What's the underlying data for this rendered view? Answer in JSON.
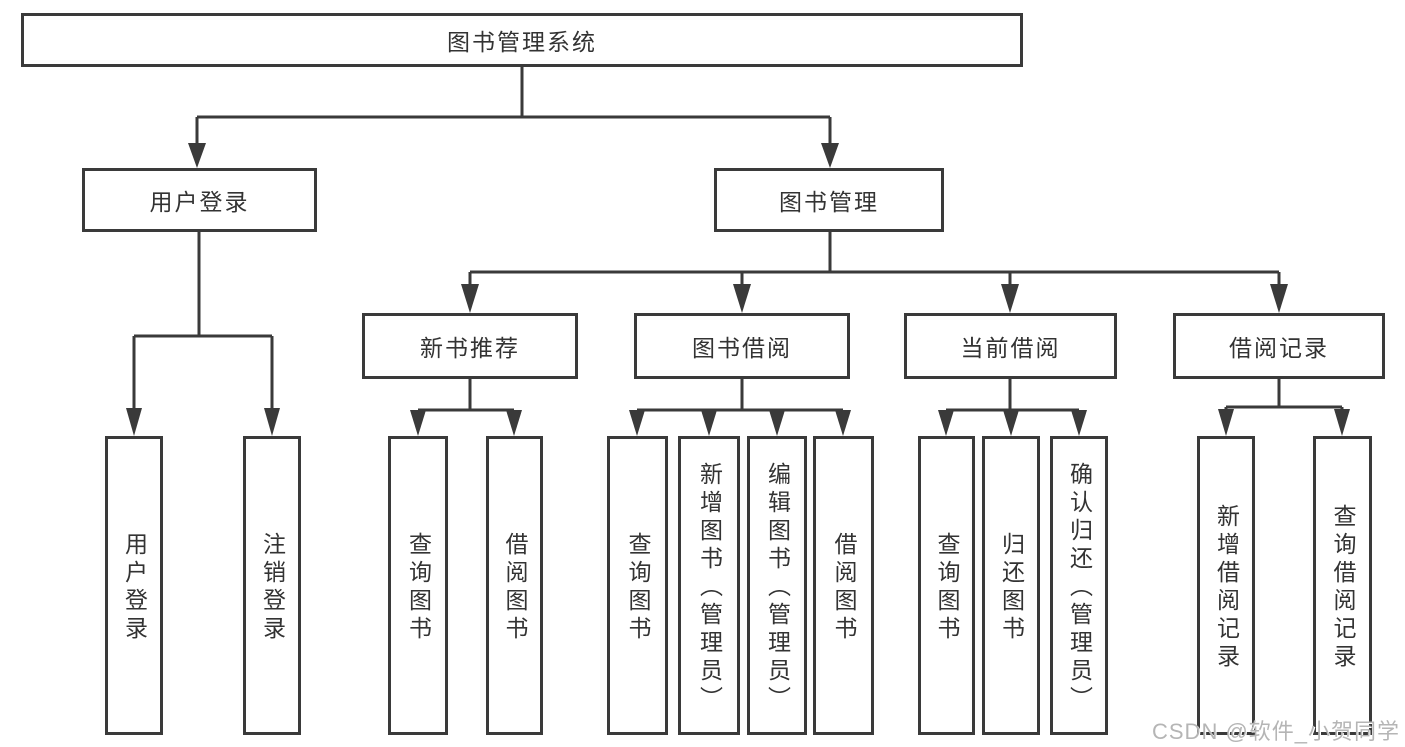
{
  "diagram": {
    "tree": {
      "label": "图书管理系统",
      "children": [
        {
          "label": "用户登录",
          "children": [
            {
              "label": "用户登录"
            },
            {
              "label": "注销登录"
            }
          ]
        },
        {
          "label": "图书管理",
          "children": [
            {
              "label": "新书推荐",
              "children": [
                {
                  "label": "查询图书"
                },
                {
                  "label": "借阅图书"
                }
              ]
            },
            {
              "label": "图书借阅",
              "children": [
                {
                  "label": "查询图书"
                },
                {
                  "label": "新增图书（管理员）"
                },
                {
                  "label": "编辑图书（管理员）"
                },
                {
                  "label": "借阅图书"
                }
              ]
            },
            {
              "label": "当前借阅",
              "children": [
                {
                  "label": "查询图书"
                },
                {
                  "label": "归还图书"
                },
                {
                  "label": "确认归还（管理员）"
                }
              ]
            },
            {
              "label": "借阅记录",
              "children": [
                {
                  "label": "新增借阅记录"
                },
                {
                  "label": "查询借阅记录"
                }
              ]
            }
          ]
        }
      ]
    },
    "line_color": "#3a3a3a",
    "watermark": "CSDN @软件_小贺同学"
  }
}
